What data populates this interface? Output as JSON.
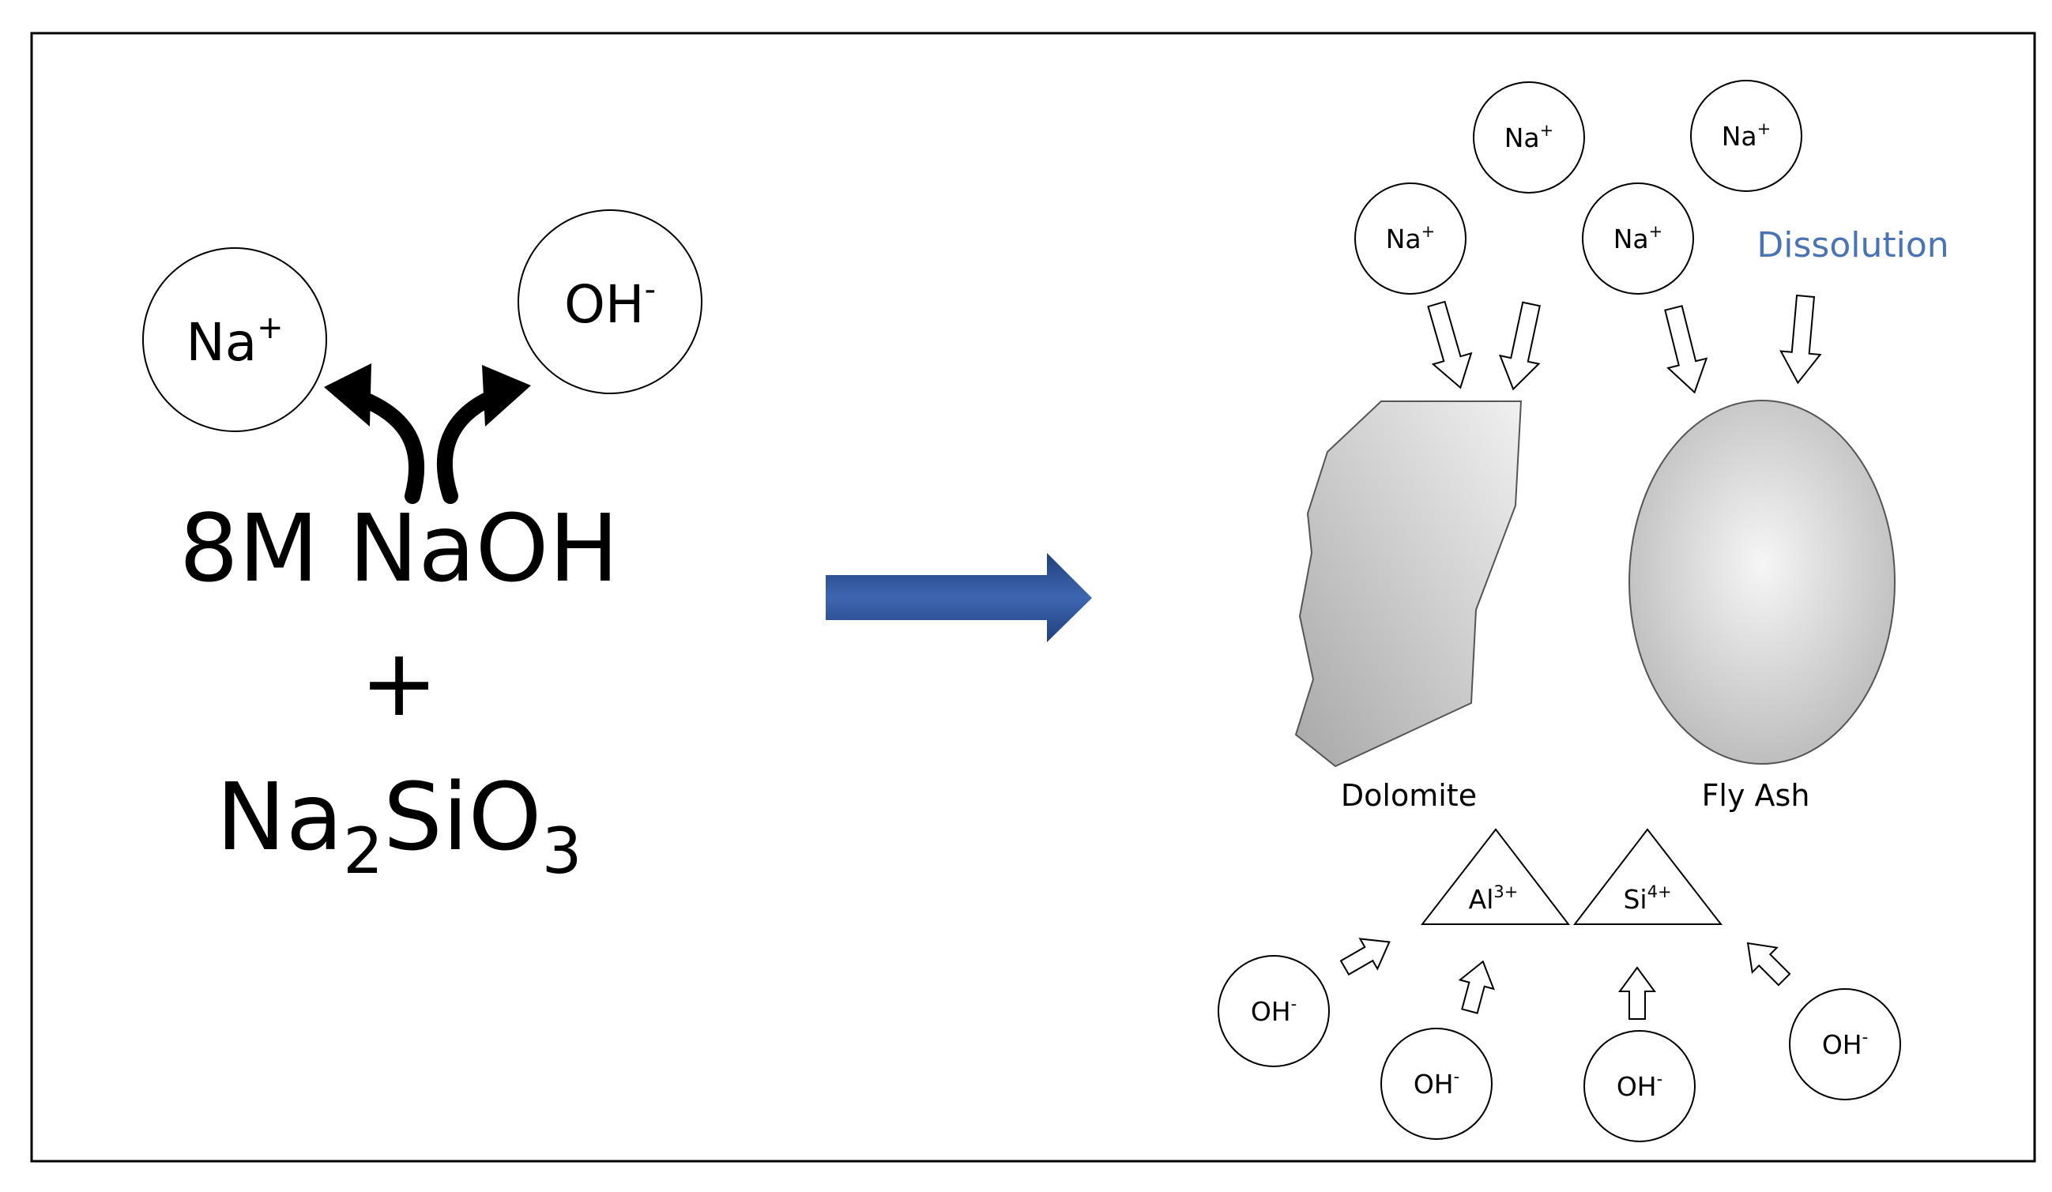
{
  "reactants": {
    "naoh": "8M NaOH",
    "plus": "+",
    "silicate": {
      "base": "Na",
      "sub1": "2",
      "mid": "SiO",
      "sub2": "3"
    }
  },
  "ions": {
    "na": {
      "base": "Na",
      "sup": "+"
    },
    "oh": {
      "base": "OH",
      "sup": "-"
    },
    "al": {
      "base": "Al",
      "sup": "3+"
    },
    "si": {
      "base": "Si",
      "sup": "4+"
    }
  },
  "labels": {
    "dissolution": "Dissolution",
    "dolomite": "Dolomite",
    "fly_ash": "Fly Ash"
  },
  "colors": {
    "process_arrow": "#2b4f94",
    "dissolution_text": "#4a73b3",
    "particle_fill": "#c8c8c8"
  }
}
